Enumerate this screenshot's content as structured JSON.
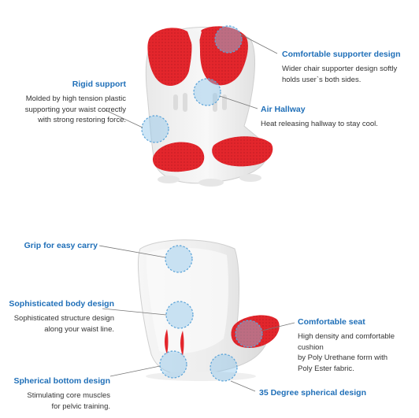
{
  "colors": {
    "accent": "#1f6fb8",
    "cushion_red": "#e3262c",
    "shell_white": "#f2f2f2",
    "bubble": "#8ec6ec"
  },
  "callouts": {
    "comfortable_supporter": {
      "title": "Comfortable supporter design",
      "lines": [
        "Wider chair supporter design softly",
        "holds user`s both sides."
      ]
    },
    "rigid_support": {
      "title": "Rigid support",
      "lines": [
        "Molded by high tension plastic",
        "supporting your waist correctly",
        "with strong restoring force."
      ]
    },
    "air_hallway": {
      "title": "Air Hallway",
      "lines": [
        "Heat releasing hallway to stay cool."
      ]
    },
    "grip": {
      "title": "Grip for easy carry",
      "lines": []
    },
    "sophisticated_body": {
      "title": "Sophisticated body design",
      "lines": [
        "Sophisticated structure design",
        "along your waist line."
      ]
    },
    "comfortable_seat": {
      "title": "Comfortable seat",
      "lines": [
        "High density and comfortable cushion",
        "by Poly Urethane form with",
        "Poly Ester fabric."
      ]
    },
    "spherical_bottom": {
      "title": "Spherical bottom design",
      "lines": [
        "Stimulating core muscles",
        "for pelvic training."
      ]
    },
    "degree_spherical": {
      "title": "35 Degree spherical design",
      "lines": []
    }
  }
}
